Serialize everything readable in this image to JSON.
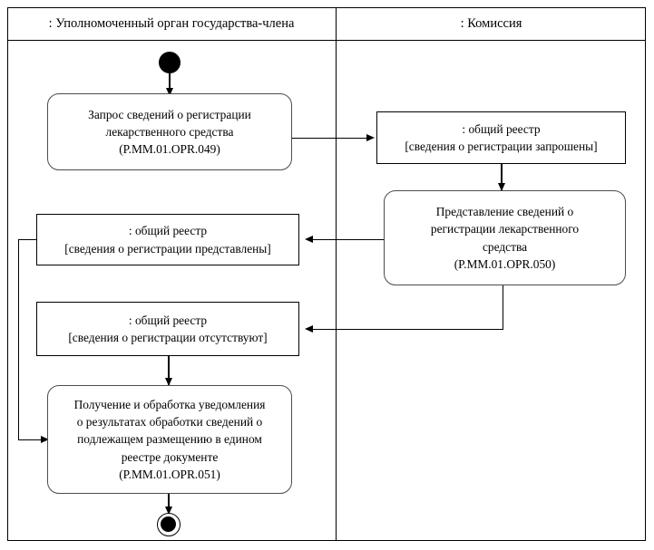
{
  "diagram": {
    "type": "uml-activity-diagram",
    "lanes": [
      {
        "id": "member-state-body",
        "title": ": Уполномоченный орган государства-члена"
      },
      {
        "id": "commission",
        "title": ": Комиссия"
      }
    ],
    "colors": {
      "frame_line": "#000000",
      "activity_border": "#4c4c52",
      "object_border": "#000000",
      "node_fill": "#ffffff",
      "text": "#000000",
      "background": "#ffffff"
    },
    "nodes": {
      "initial": {
        "name": "initial-node",
        "label": ""
      },
      "final": {
        "name": "final-node",
        "label": ""
      },
      "activity_request": {
        "lines": [
          "Запрос сведений о регистрации",
          "лекарственного средства",
          "(P.MM.01.OPR.049)"
        ]
      },
      "object_requested": {
        "lines": [
          ": общий реестр",
          "[сведения о регистрации запрошены]"
        ]
      },
      "activity_submit": {
        "lines": [
          "Представление сведений о",
          "регистрации лекарственного",
          "средства",
          "(P.MM.01.OPR.050)"
        ]
      },
      "object_submitted": {
        "lines": [
          ": общий реестр",
          "[сведения о регистрации представлены]"
        ]
      },
      "object_absent": {
        "lines": [
          ": общий реестр",
          "[сведения о регистрации отсутствуют]"
        ]
      },
      "activity_receive": {
        "lines": [
          "Получение и обработка уведомления",
          "о результатах обработки сведений о",
          "подлежащем размещению в едином",
          "реестре документе",
          "(P.MM.01.OPR.051)"
        ]
      }
    }
  }
}
